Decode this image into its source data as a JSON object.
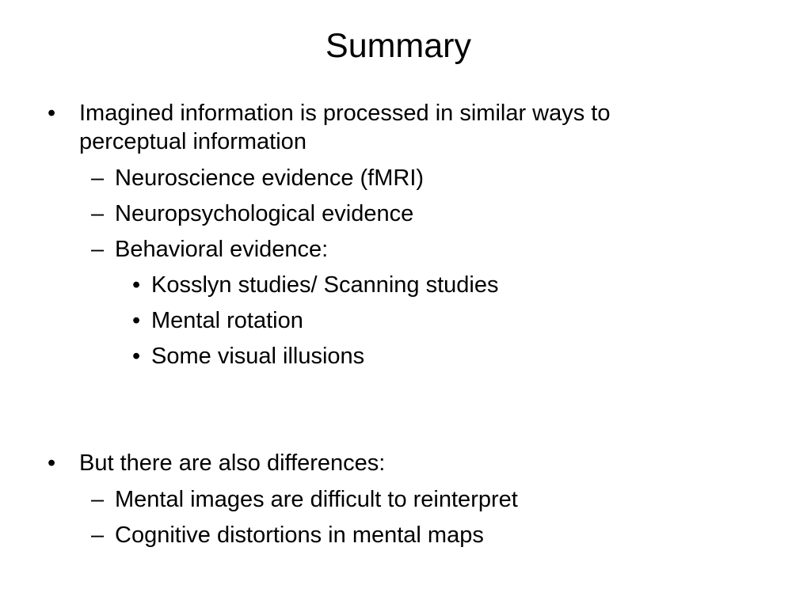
{
  "slide": {
    "title": "Summary",
    "markers": {
      "bullet": "•",
      "dash": "–"
    },
    "points": [
      {
        "line1": "Imagined information is processed in similar ways to",
        "line2": "perceptual information",
        "sub": [
          "Neuroscience evidence (fMRI)",
          "Neuropsychological evidence",
          "Behavioral evidence:"
        ],
        "subsub": [
          "Kosslyn studies/ Scanning studies",
          "Mental rotation",
          "Some visual illusions"
        ]
      },
      {
        "line1": "But there are also differences:",
        "sub": [
          "Mental images are difficult to reinterpret",
          "Cognitive distortions in mental maps"
        ]
      }
    ]
  }
}
